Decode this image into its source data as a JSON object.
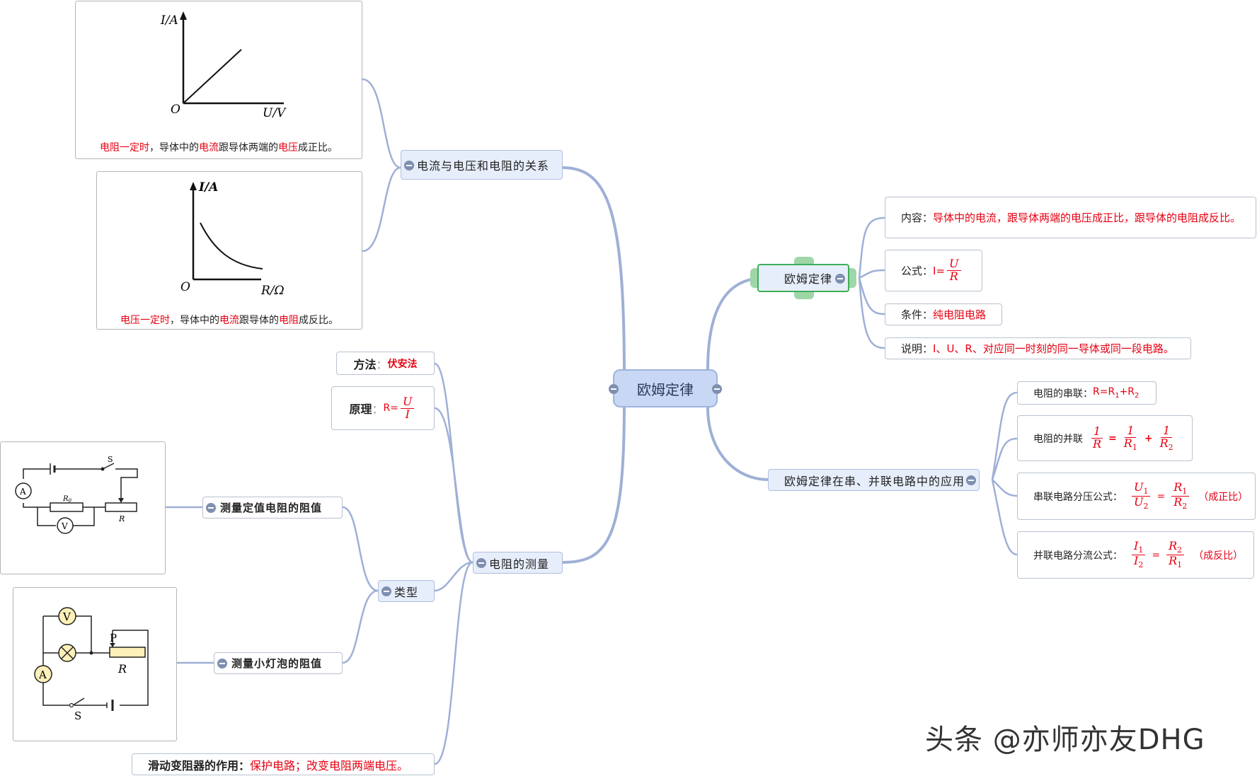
{
  "central": "欧姆定律",
  "branches": {
    "relation": "电流与电压和电阻的关系",
    "law": "欧姆定律",
    "application": "欧姆定律在串、并联电路中的应用",
    "measure": "电阻的测量"
  },
  "graph1": {
    "y_label": "I/A",
    "x_label": "U/V",
    "origin": "O",
    "caption": {
      "p1": "电阻一定时",
      "p2": "，导体中的",
      "p3": "电流",
      "p4": "跟导体两端的",
      "p5": "电压",
      "p6": "成正比。"
    }
  },
  "graph2": {
    "y_label": "I/A",
    "x_label": "R/Ω",
    "origin": "O",
    "caption": {
      "p1": "电压一定时",
      "p2": "，导体中的",
      "p3": "电流",
      "p4": "跟导体的",
      "p5": "电阻",
      "p6": "成反比。"
    }
  },
  "law": {
    "content_label": "内容：",
    "content_text": "导体中的电流，跟导体两端的电压成正比，跟导体的电阻成反比。",
    "formula_label": "公式：",
    "formula_lhs": "I=",
    "formula_num": "U",
    "formula_den": "R",
    "condition_label": "条件：",
    "condition_text": "纯电阻电路",
    "note_label": "说明：",
    "note_text": "I、U、R、对应同一时刻的同一导体或同一段电路。"
  },
  "application": {
    "series_label": "电阻的串联：",
    "series_formula_r": "R=R",
    "series_sub1": "1",
    "series_plus": "+R",
    "series_sub2": "2",
    "parallel_label": "电阻的并联",
    "one": "1",
    "r": "R",
    "r1": "R",
    "r2": "R",
    "sub1": "1",
    "sub2": "2",
    "eq": "=",
    "plus": "+",
    "divider_label": "串联电路分压公式：",
    "u": "U",
    "divider_note": "（成正比）",
    "shunt_label": "并联电路分流公式：",
    "i": "I",
    "shunt_note": "（成反比）"
  },
  "measure": {
    "method_label": "方法",
    "method_colon": "：",
    "method_text": "伏安法",
    "principle_label": "原理",
    "principle_colon": "：",
    "principle_lhs": "R=",
    "principle_num": "U",
    "principle_den": "I",
    "types": "类型",
    "fixed_resistor": "测量定值电阻的阻值",
    "bulb": "测量小灯泡的阻值",
    "rheostat_label": "滑动变阻器的作用：",
    "rheostat_text": "保护电路；改变电阻两端电压。"
  },
  "circuit1": {
    "switch": "S",
    "ammeter": "A",
    "voltmeter": "V",
    "r0": "R",
    "r0_sub": "0",
    "rheostat": "R"
  },
  "circuit2": {
    "voltmeter": "V",
    "ammeter": "A",
    "slider": "P",
    "rheostat": "R",
    "switch": "S"
  },
  "watermark": "头条 @亦师亦友DHG"
}
